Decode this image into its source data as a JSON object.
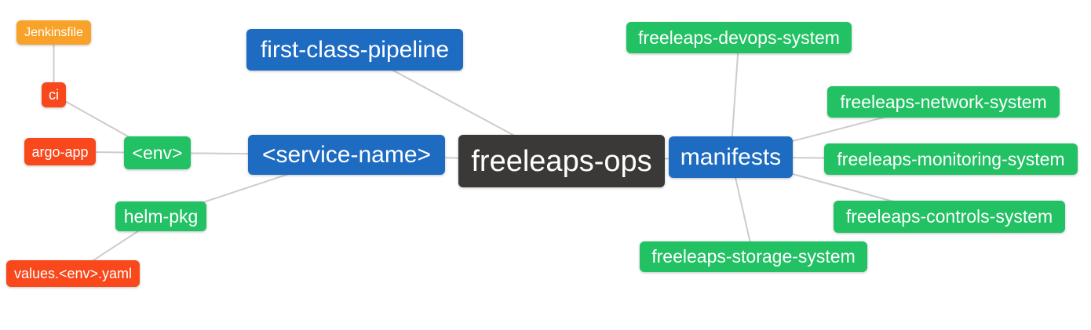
{
  "palette": {
    "root": "#3b3838",
    "blue": "#1e6bc2",
    "green": "#22c163",
    "orange_red": "#f8481c",
    "amber": "#f8a229",
    "edge": "#cccccc",
    "text": "#ffffff",
    "background": "#ffffff"
  },
  "nodes": [
    {
      "id": "jenkinsfile",
      "label": "Jenkinsfile",
      "color": "amber"
    },
    {
      "id": "ci",
      "label": "ci",
      "color": "orange_red"
    },
    {
      "id": "argo-app",
      "label": "argo-app",
      "color": "orange_red"
    },
    {
      "id": "env",
      "label": "<env>",
      "color": "green"
    },
    {
      "id": "helm-pkg",
      "label": "helm-pkg",
      "color": "green"
    },
    {
      "id": "values-env-yaml",
      "label": "values.<env>.yaml",
      "color": "orange_red"
    },
    {
      "id": "first-class-pipeline",
      "label": "first-class-pipeline",
      "color": "blue"
    },
    {
      "id": "service-name",
      "label": "<service-name>",
      "color": "blue"
    },
    {
      "id": "freeleaps-ops",
      "label": "freeleaps-ops",
      "color": "root"
    },
    {
      "id": "manifests",
      "label": "manifests",
      "color": "blue"
    },
    {
      "id": "freeleaps-devops-system",
      "label": "freeleaps-devops-system",
      "color": "green"
    },
    {
      "id": "freeleaps-network-system",
      "label": "freeleaps-network-system",
      "color": "green"
    },
    {
      "id": "freeleaps-monitoring-system",
      "label": "freeleaps-monitoring-system",
      "color": "green"
    },
    {
      "id": "freeleaps-controls-system",
      "label": "freeleaps-controls-system",
      "color": "green"
    },
    {
      "id": "freeleaps-storage-system",
      "label": "freeleaps-storage-system",
      "color": "green"
    }
  ],
  "edges": [
    [
      "freeleaps-ops",
      "first-class-pipeline"
    ],
    [
      "freeleaps-ops",
      "service-name"
    ],
    [
      "freeleaps-ops",
      "manifests"
    ],
    [
      "service-name",
      "env"
    ],
    [
      "service-name",
      "helm-pkg"
    ],
    [
      "env",
      "ci"
    ],
    [
      "env",
      "argo-app"
    ],
    [
      "ci",
      "jenkinsfile"
    ],
    [
      "helm-pkg",
      "values-env-yaml"
    ],
    [
      "manifests",
      "freeleaps-devops-system"
    ],
    [
      "manifests",
      "freeleaps-network-system"
    ],
    [
      "manifests",
      "freeleaps-monitoring-system"
    ],
    [
      "manifests",
      "freeleaps-controls-system"
    ],
    [
      "manifests",
      "freeleaps-storage-system"
    ]
  ]
}
